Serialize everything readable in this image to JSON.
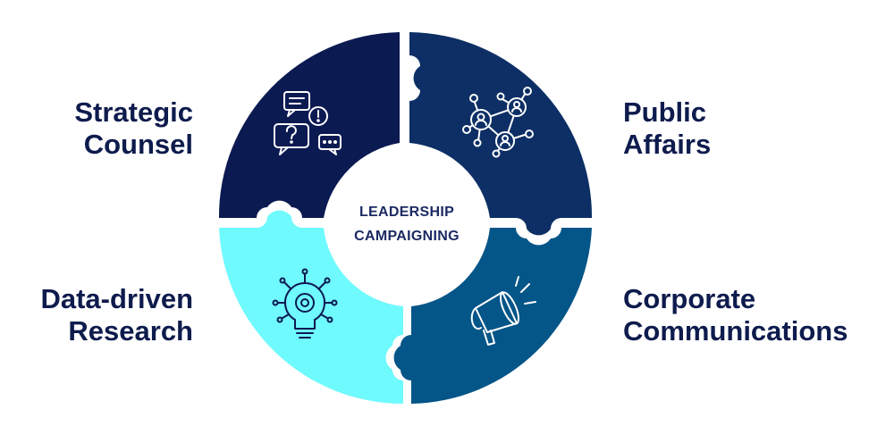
{
  "center": {
    "line1": "LEADERSHIP",
    "line2": "CAMPAIGNING"
  },
  "segments": [
    {
      "id": "tl",
      "line1": "Strategic",
      "line2": "Counsel",
      "color": "#0c1a52",
      "icon": "chat-bubbles-icon"
    },
    {
      "id": "tr",
      "line1": "Public",
      "line2": "Affairs",
      "color": "#0d2f65",
      "icon": "network-people-icon"
    },
    {
      "id": "bl",
      "line1": "Data-driven",
      "line2": "Research",
      "color": "#6ffafd",
      "icon": "lightbulb-gear-icon"
    },
    {
      "id": "br",
      "line1": "Corporate",
      "line2": "Communications",
      "color": "#045588",
      "icon": "megaphone-icon"
    }
  ],
  "colors": {
    "label_text": "#0e1b4d",
    "center_text": "#1c2a63",
    "icon_light": "#ffffff",
    "icon_dark": "#0c1a52"
  }
}
